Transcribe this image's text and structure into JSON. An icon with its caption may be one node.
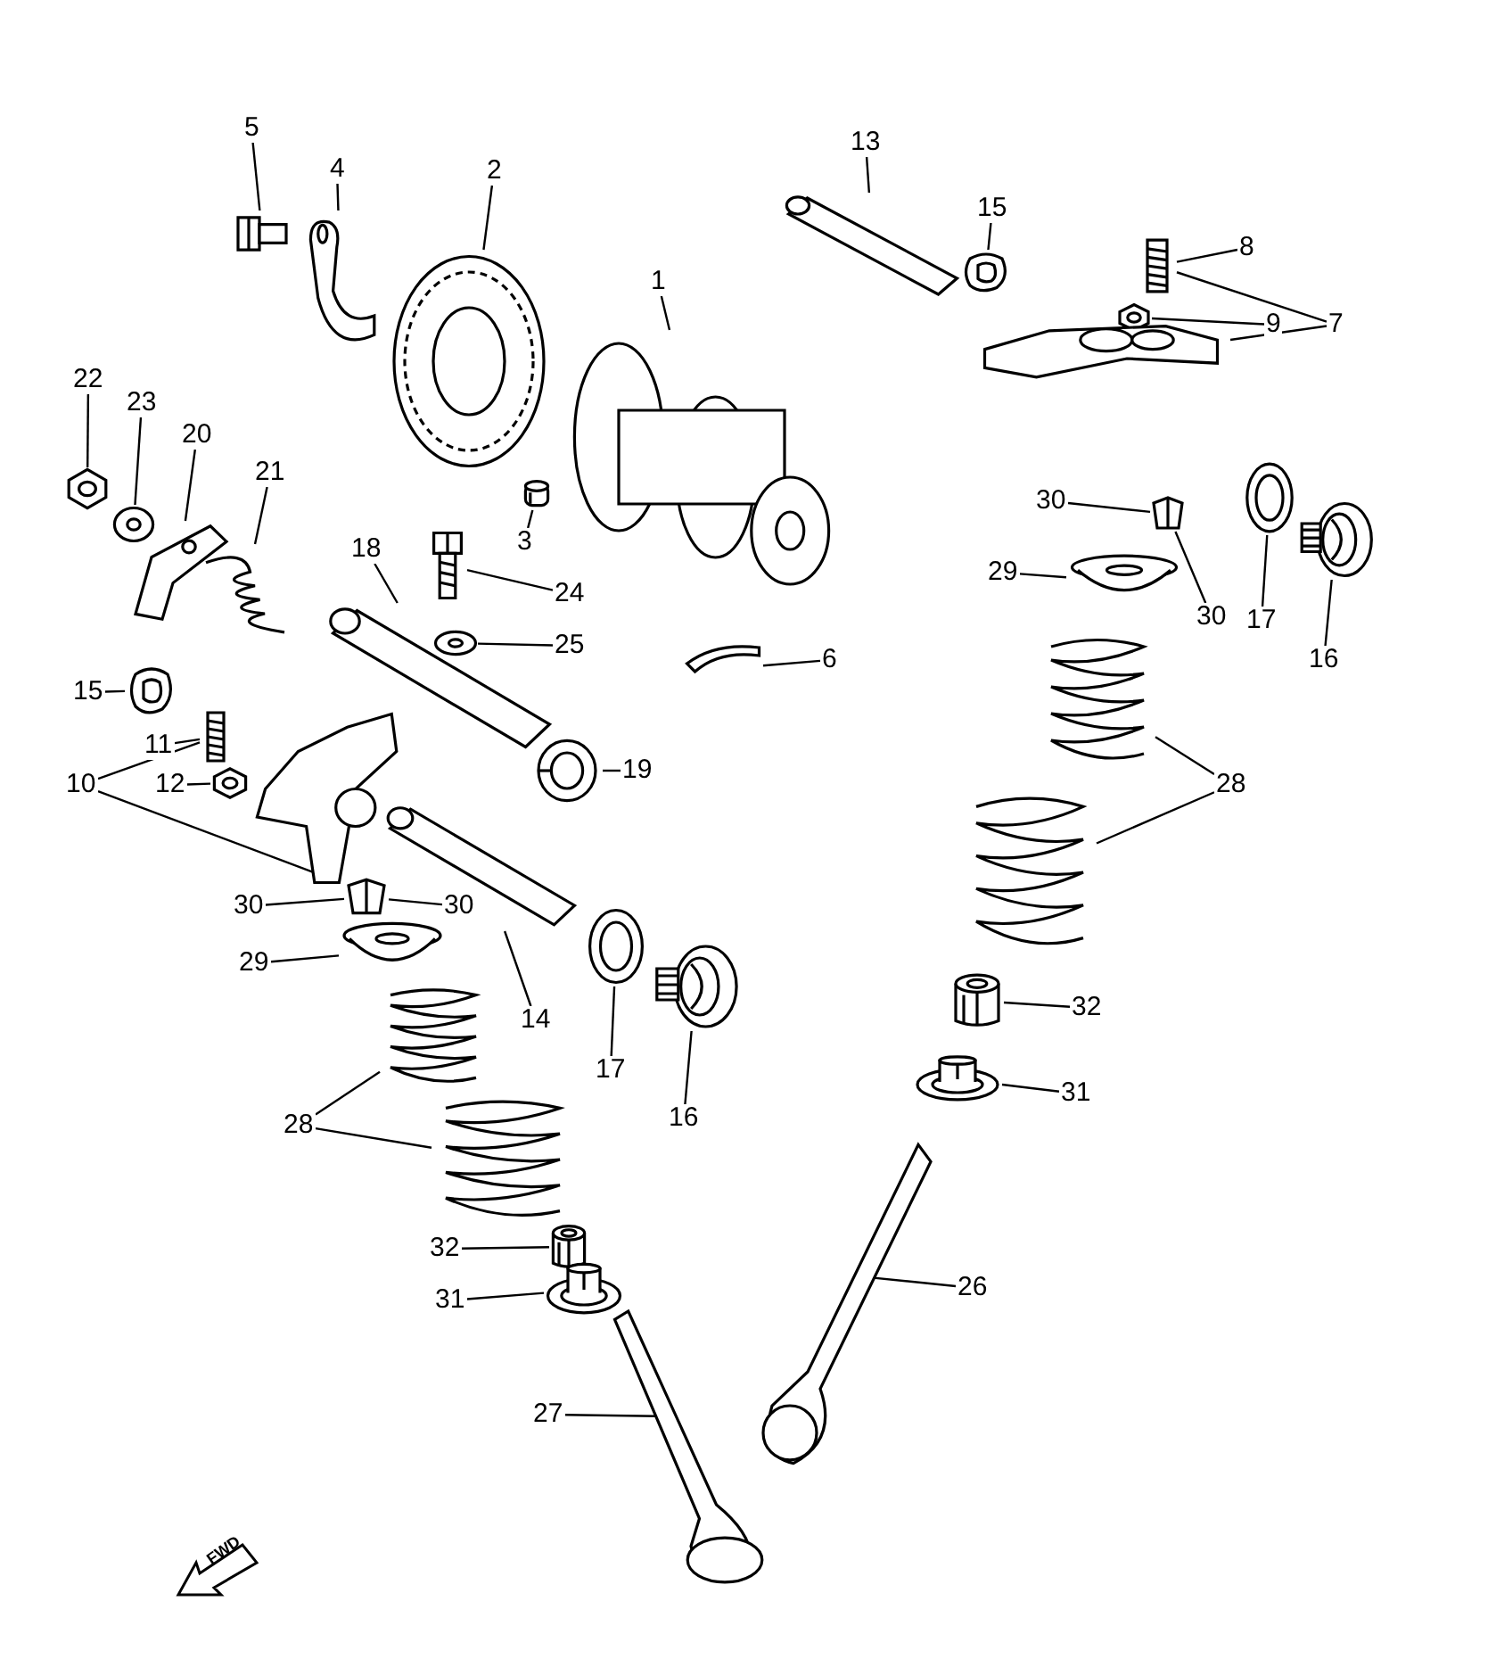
{
  "diagram": {
    "nodes": [
      {
        "text": [
          "5"
        ]
      },
      {
        "text": [],
        "shape": "picture"
      },
      {
        "text": [
          "4"
        ]
      },
      {
        "text": [],
        "shape": "picture"
      },
      {
        "text": [
          "2"
        ]
      },
      {
        "text": [],
        "shape": "picture"
      },
      {
        "text": [
          "1"
        ]
      },
      {
        "text": [],
        "shape": "picture"
      },
      {
        "text": [
          "3"
        ]
      },
      {
        "text": [],
        "shape": "picture"
      },
      {
        "text": [
          "13"
        ]
      },
      {
        "text": [],
        "shape": "picture"
      },
      {
        "text": [
          "15"
        ]
      },
      {
        "text": [],
        "shape": "picture"
      },
      {
        "text": [
          "8"
        ]
      },
      {
        "text": [],
        "shape": "picture"
      },
      {
        "text": [
          "9"
        ]
      },
      {
        "text": [],
        "shape": "picture"
      },
      {
        "text": [
          "7"
        ]
      },
      {
        "text": [],
        "shape": "picture"
      },
      {
        "text": [
          "22"
        ]
      },
      {
        "text": [],
        "shape": "picture"
      },
      {
        "text": [
          "23"
        ]
      },
      {
        "text": [],
        "shape": "picture"
      },
      {
        "text": [
          "20"
        ]
      },
      {
        "text": [],
        "shape": "picture"
      },
      {
        "text": [
          "21"
        ]
      },
      {
        "text": [],
        "shape": "picture"
      },
      {
        "text": [
          "18"
        ]
      },
      {
        "text": [],
        "shape": "picture"
      },
      {
        "text": [
          "24"
        ]
      },
      {
        "text": [],
        "shape": "picture"
      },
      {
        "text": [
          "25"
        ]
      },
      {
        "text": [],
        "shape": "picture"
      },
      {
        "text": [
          "6"
        ]
      },
      {
        "text": [],
        "shape": "picture"
      },
      {
        "text": [
          "30"
        ]
      },
      {
        "text": [],
        "shape": "picture"
      },
      {
        "text": [
          "29"
        ]
      },
      {
        "text": [],
        "shape": "picture"
      },
      {
        "text": [
          "30"
        ]
      },
      {
        "text": [
          "17"
        ]
      },
      {
        "text": [],
        "shape": "picture"
      },
      {
        "text": [
          "16"
        ]
      },
      {
        "text": [],
        "shape": "picture"
      },
      {
        "text": [
          "28"
        ]
      },
      {
        "text": [],
        "shape": "picture"
      },
      {
        "text": [],
        "shape": "picture"
      },
      {
        "text": [
          "15"
        ]
      },
      {
        "text": [],
        "shape": "picture"
      },
      {
        "text": [
          "11"
        ]
      },
      {
        "text": [],
        "shape": "picture"
      },
      {
        "text": [
          "12"
        ]
      },
      {
        "text": [],
        "shape": "picture"
      },
      {
        "text": [
          "10"
        ]
      },
      {
        "text": [],
        "shape": "picture"
      },
      {
        "text": [
          "19"
        ]
      },
      {
        "text": [],
        "shape": "picture"
      },
      {
        "text": [
          "30"
        ]
      },
      {
        "text": [],
        "shape": "picture"
      },
      {
        "text": [
          "30"
        ]
      },
      {
        "text": [
          "29"
        ]
      },
      {
        "text": [],
        "shape": "picture"
      },
      {
        "text": [
          "14"
        ]
      },
      {
        "text": [],
        "shape": "picture"
      },
      {
        "text": [
          "17"
        ]
      },
      {
        "text": [],
        "shape": "picture"
      },
      {
        "text": [
          "16"
        ]
      },
      {
        "text": [],
        "shape": "picture"
      },
      {
        "text": [
          "28"
        ]
      },
      {
        "text": [],
        "shape": "picture"
      },
      {
        "text": [],
        "shape": "picture"
      },
      {
        "text": [
          "32"
        ]
      },
      {
        "text": [],
        "shape": "picture"
      },
      {
        "text": [
          "31"
        ]
      },
      {
        "text": [],
        "shape": "picture"
      },
      {
        "text": [
          "32"
        ]
      },
      {
        "text": [],
        "shape": "picture"
      },
      {
        "text": [
          "31"
        ]
      },
      {
        "text": [],
        "shape": "picture"
      },
      {
        "text": [
          "26"
        ]
      },
      {
        "text": [],
        "shape": "picture"
      },
      {
        "text": [
          "27"
        ]
      },
      {
        "text": [],
        "shape": "picture"
      }
    ],
    "edges": [
      {
        "from": 0,
        "to": 1,
        "arrow": "none"
      },
      {
        "from": 2,
        "to": 3,
        "arrow": "none"
      },
      {
        "from": 4,
        "to": 5,
        "arrow": "none"
      },
      {
        "from": 6,
        "to": 7,
        "arrow": "none"
      },
      {
        "from": 8,
        "to": 9,
        "arrow": "none"
      },
      {
        "from": 10,
        "to": 11,
        "arrow": "none"
      },
      {
        "from": 12,
        "to": 13,
        "arrow": "none"
      },
      {
        "from": 14,
        "to": 15,
        "arrow": "none"
      },
      {
        "from": 16,
        "to": 17,
        "arrow": "none"
      },
      {
        "from": 18,
        "to": 15,
        "arrow": "none"
      },
      {
        "from": 18,
        "to": 19,
        "arrow": "none"
      },
      {
        "from": 20,
        "to": 21,
        "arrow": "none"
      },
      {
        "from": 22,
        "to": 23,
        "arrow": "none"
      },
      {
        "from": 24,
        "to": 25,
        "arrow": "none"
      },
      {
        "from": 26,
        "to": 27,
        "arrow": "none"
      },
      {
        "from": 28,
        "to": 29,
        "arrow": "none"
      },
      {
        "from": 30,
        "to": 31,
        "arrow": "none"
      },
      {
        "from": 32,
        "to": 33,
        "arrow": "none"
      },
      {
        "from": 34,
        "to": 35,
        "arrow": "none"
      },
      {
        "from": 36,
        "to": 37,
        "arrow": "none"
      },
      {
        "from": 38,
        "to": 39,
        "arrow": "none"
      },
      {
        "from": 40,
        "to": 37,
        "arrow": "none"
      },
      {
        "from": 41,
        "to": 42,
        "arrow": "none"
      },
      {
        "from": 43,
        "to": 44,
        "arrow": "none"
      },
      {
        "from": 45,
        "to": 46,
        "arrow": "none"
      },
      {
        "from": 45,
        "to": 47,
        "arrow": "none"
      },
      {
        "from": 48,
        "to": 49,
        "arrow": "none"
      },
      {
        "from": 50,
        "to": 51,
        "arrow": "none"
      },
      {
        "from": 52,
        "to": 53,
        "arrow": "none"
      },
      {
        "from": 54,
        "to": 51,
        "arrow": "none"
      },
      {
        "from": 54,
        "to": 55,
        "arrow": "none"
      },
      {
        "from": 56,
        "to": 57,
        "arrow": "none"
      },
      {
        "from": 58,
        "to": 59,
        "arrow": "none"
      },
      {
        "from": 60,
        "to": 59,
        "arrow": "none"
      },
      {
        "from": 61,
        "to": 62,
        "arrow": "none"
      },
      {
        "from": 63,
        "to": 64,
        "arrow": "none"
      },
      {
        "from": 65,
        "to": 66,
        "arrow": "none"
      },
      {
        "from": 67,
        "to": 68,
        "arrow": "none"
      },
      {
        "from": 69,
        "to": 70,
        "arrow": "none"
      },
      {
        "from": 69,
        "to": 71,
        "arrow": "none"
      },
      {
        "from": 72,
        "to": 73,
        "arrow": "none"
      },
      {
        "from": 74,
        "to": 75,
        "arrow": "none"
      },
      {
        "from": 76,
        "to": 77,
        "arrow": "none"
      },
      {
        "from": 78,
        "to": 79,
        "arrow": "none"
      },
      {
        "from": 80,
        "to": 81,
        "arrow": "none"
      },
      {
        "from": 82,
        "to": 83,
        "arrow": "none"
      }
    ],
    "labels": [
      "FWD"
    ]
  }
}
